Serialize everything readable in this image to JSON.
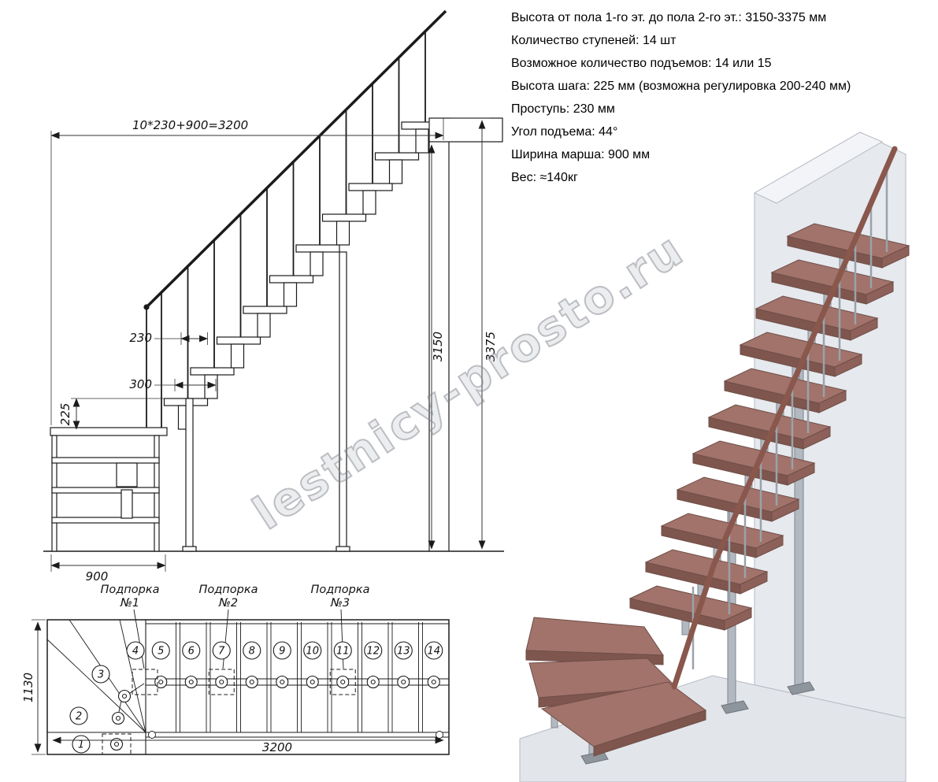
{
  "specs": {
    "lines": [
      "Высота от пола 1-го эт. до пола 2-го эт.: 3150-3375 мм",
      "Количество ступеней: 14 шт",
      "Возможное количество подъемов: 14 или 15",
      "Высота шага: 225 мм (возможна регулировка 200-240 мм)",
      "Проступь: 230 мм",
      "Угол подъема: 44°",
      "Ширина марша: 900 мм",
      "Вес: ≈140кг"
    ]
  },
  "elevation": {
    "dim_top": "10*230+900=3200",
    "dim_tread": "230",
    "dim_module": "300",
    "dim_rise": "225",
    "dim_width": "900",
    "dim_floor": "3150",
    "dim_total": "3375"
  },
  "plan": {
    "dim_depth": "1130",
    "dim_length": "3200",
    "supports": [
      {
        "label": "Подпорка",
        "number": "№1"
      },
      {
        "label": "Подпорка",
        "number": "№2"
      },
      {
        "label": "Подпорка",
        "number": "№3"
      }
    ],
    "steps": [
      "1",
      "2",
      "3",
      "4",
      "5",
      "6",
      "7",
      "8",
      "9",
      "10",
      "11",
      "12",
      "13",
      "14"
    ]
  },
  "watermark": "lestnicy-prosto.ru"
}
